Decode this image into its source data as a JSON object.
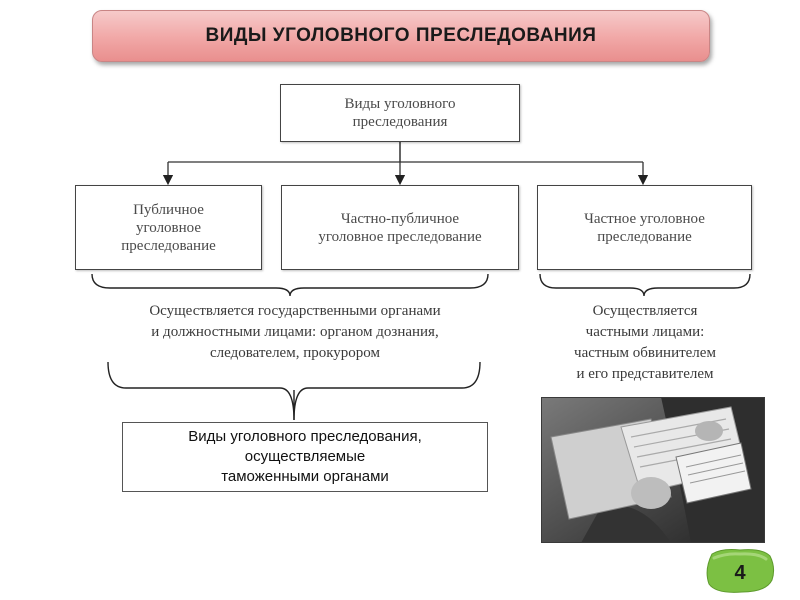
{
  "header": {
    "title": "ВИДЫ УГОЛОВНОГО ПРЕСЛЕДОВАНИЯ"
  },
  "diagram": {
    "root": {
      "label": "Виды уголовного\nпреследования"
    },
    "children": [
      {
        "label": "Публичное\nуголовное\nпреследование"
      },
      {
        "label": "Частно-публичное\nуголовное преследование"
      },
      {
        "label": "Частное уголовное\nпреследование"
      }
    ],
    "note_left": "Осуществляется государственными органами\nи должностными лицами: органом дознания,\nследователем, прокурором",
    "note_right": "Осуществляется\nчастными лицами:\nчастным обвинителем\nи его представителем",
    "customs_box": {
      "label": "Виды уголовного преследования,\nосуществляемые\nтаможенными органами"
    }
  },
  "page_number": "4",
  "colors": {
    "banner": "#f1a7a6",
    "badge": "#7cc043",
    "text": "#4a4a4a"
  }
}
